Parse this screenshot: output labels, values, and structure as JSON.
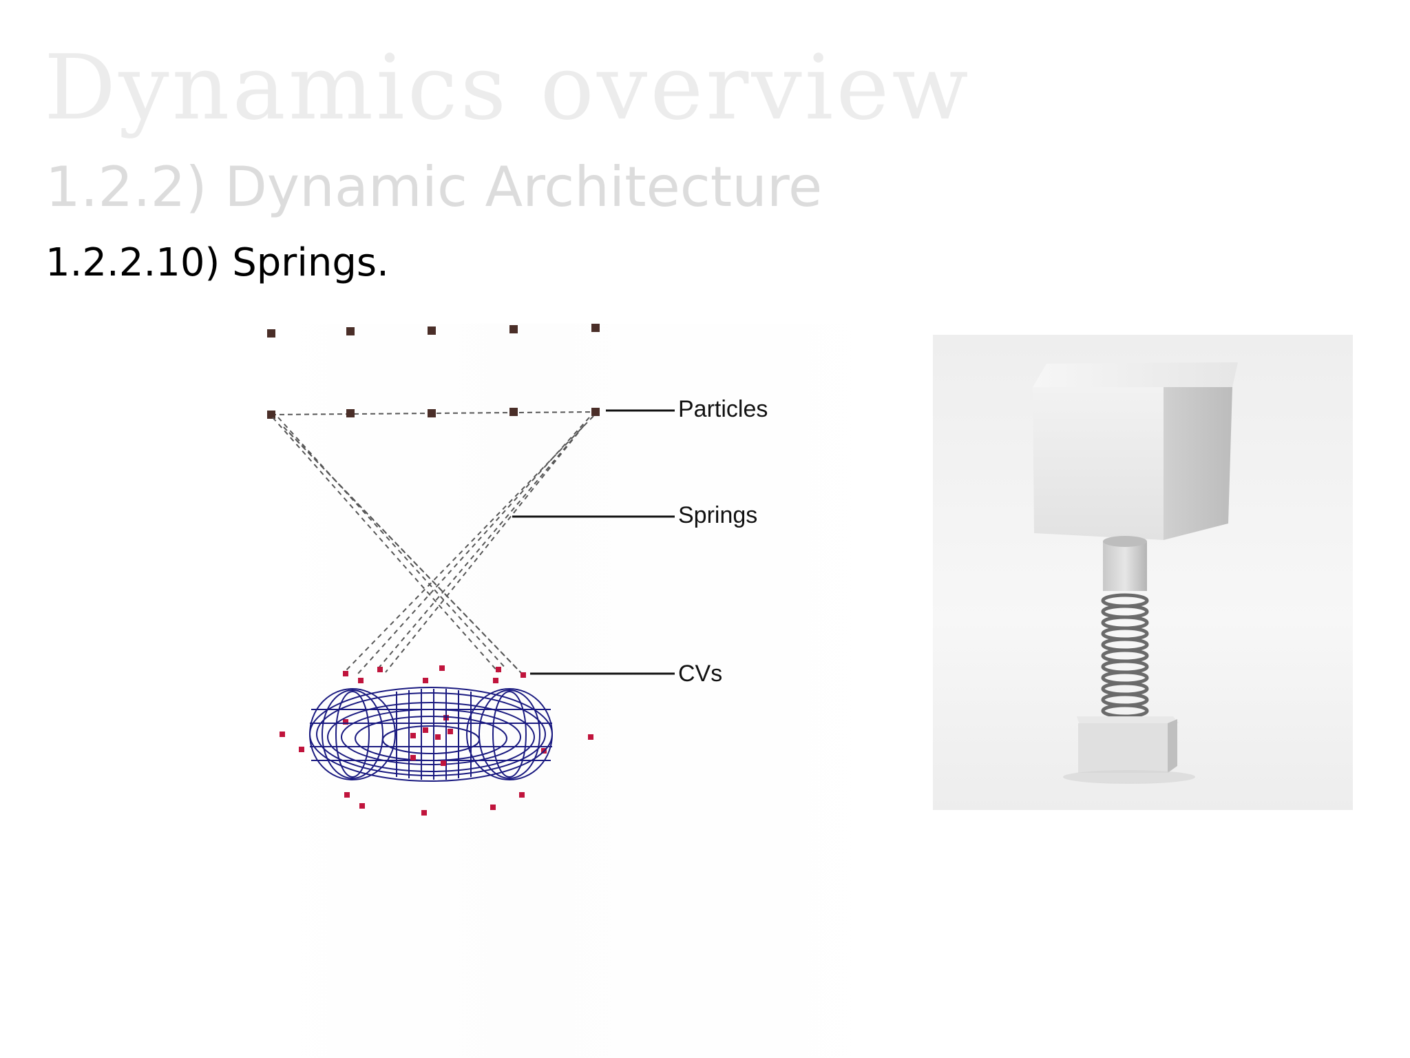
{
  "slide": {
    "title": "Dynamics overview",
    "subtitle": "1.2.2) Dynamic Architecture",
    "point": "1.2.2.10) Springs."
  },
  "diagram": {
    "labels": {
      "particles": "Particles",
      "springs": "Springs",
      "cvs": "CVs"
    },
    "colors": {
      "particle": "#4a2e28",
      "spring": "#555555",
      "leader": "#111111",
      "cv": "#c0143c",
      "wireframe": "#1a1a80"
    }
  },
  "photo": {
    "subject": "cube-on-spring-render"
  }
}
